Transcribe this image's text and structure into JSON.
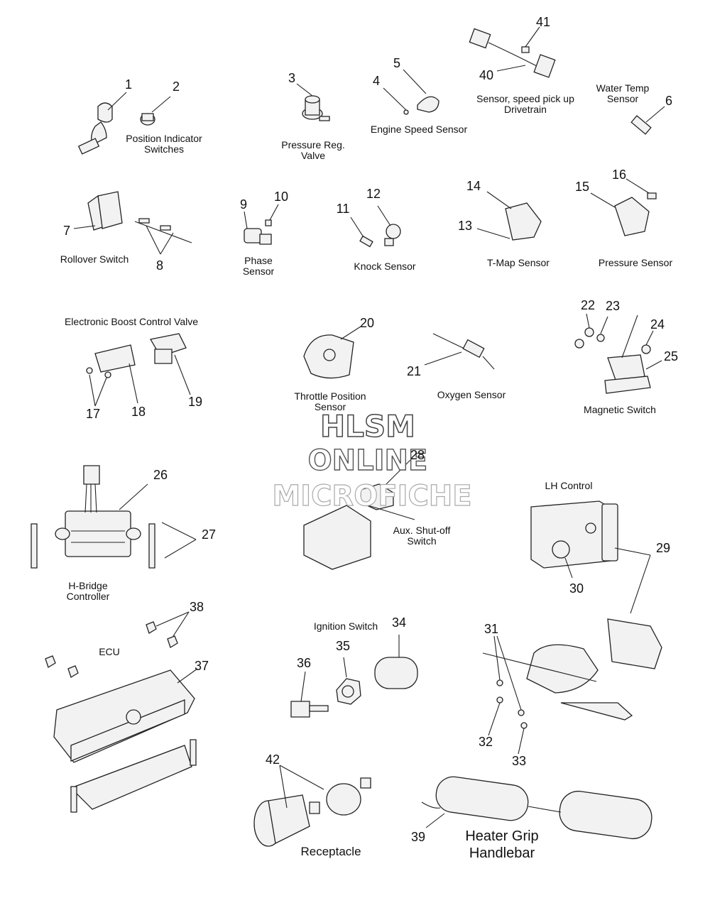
{
  "labels": {
    "position_indicator": "Position Indicator\nSwitches",
    "pressure_reg": "Pressure Reg.\nValve",
    "engine_speed": "Engine Speed Sensor",
    "speed_pickup": "Sensor, speed pick up\nDrivetrain",
    "water_temp": "Water Temp\nSensor",
    "rollover": "Rollover Switch",
    "phase": "Phase\nSensor",
    "knock": "Knock Sensor",
    "tmap": "T-Map Sensor",
    "pressure": "Pressure Sensor",
    "boost": "Electronic Boost Control Valve",
    "throttle": "Throttle Position\nSensor",
    "oxygen": "Oxygen Sensor",
    "magnetic": "Magnetic Switch",
    "hbridge": "H-Bridge\nController",
    "aux": "Aux. Shut-off\nSwitch",
    "lh_control": "LH Control",
    "ecu": "ECU",
    "ignition": "Ignition Switch",
    "receptacle": "Receptacle",
    "heater": "Heater Grip\nHandlebar"
  },
  "numbers": {
    "n1": "1",
    "n2": "2",
    "n3": "3",
    "n4": "4",
    "n5": "5",
    "n6": "6",
    "n7": "7",
    "n8": "8",
    "n9": "9",
    "n10": "10",
    "n11": "11",
    "n12": "12",
    "n13": "13",
    "n14": "14",
    "n15": "15",
    "n16": "16",
    "n17": "17",
    "n18": "18",
    "n19": "19",
    "n20": "20",
    "n21": "21",
    "n22": "22",
    "n23": "23",
    "n24": "24",
    "n25": "25",
    "n26": "26",
    "n27": "27",
    "n28": "28",
    "n29": "29",
    "n30": "30",
    "n31": "31",
    "n32": "32",
    "n33": "33",
    "n34": "34",
    "n35": "35",
    "n36": "36",
    "n37": "37",
    "n38": "38",
    "n39": "39",
    "n40": "40",
    "n41": "41",
    "n42": "42"
  },
  "watermark": {
    "line1": "HLSM",
    "line2": "ONLINE",
    "line3": "MICROFICHE"
  }
}
